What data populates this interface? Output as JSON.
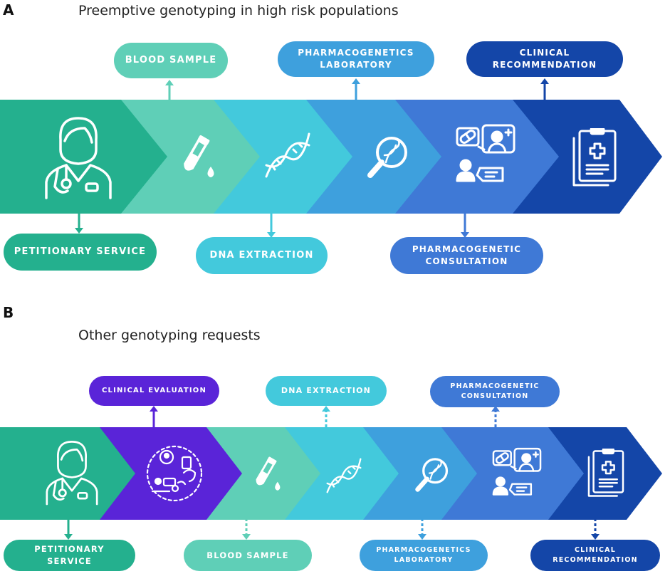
{
  "panel_a": {
    "letter": "A",
    "title": "Preemptive genotyping in high risk populations",
    "labels": {
      "petitionary_service": "PETITIONARY SERVICE",
      "blood_sample": "BLOOD SAMPLE",
      "dna_extraction": "DNA EXTRACTION",
      "pharmacogenetics_laboratory_line1": "PHARMACOGENETICS",
      "pharmacogenetics_laboratory_line2": "LABORATORY",
      "pharmacogenetic_consultation_line1": "PHARMACOGENETIC",
      "pharmacogenetic_consultation_line2": "CONSULTATION",
      "clinical_recommendation_line1": "CLINICAL",
      "clinical_recommendation_line2": "RECOMMENDATION"
    }
  },
  "panel_b": {
    "letter": "B",
    "title": "Other genotyping requests",
    "labels": {
      "petitionary_service": "PETITIONARY SERVICE",
      "clinical_evaluation": "CLINICAL EVALUATION",
      "blood_sample": "BLOOD SAMPLE",
      "dna_extraction": "DNA EXTRACTION",
      "pharmacogenetics_laboratory_line1": "PHARMACOGENETICS",
      "pharmacogenetics_laboratory_line2": "LABORATORY",
      "pharmacogenetic_consultation_line1": "PHARMACOGENETIC",
      "pharmacogenetic_consultation_line2": "CONSULTATION",
      "clinical_recommendation_line1": "CLINICAL",
      "clinical_recommendation_line2": "RECOMMENDATION"
    }
  },
  "icons": {
    "doctor": "doctor-icon",
    "evaluation": "clinical-evaluation-icon",
    "test_tube": "test-tube-icon",
    "dna": "dna-icon",
    "magnifier": "magnifier-dna-icon",
    "consultation": "consultation-icon",
    "document": "medical-document-icon"
  },
  "colors": {
    "petitionary": "#24b08e",
    "blood": "#5fcfb7",
    "dna": "#43c9dc",
    "lab": "#3ea0dd",
    "consultation": "#3f79d6",
    "recommendation": "#1446a8",
    "evaluation": "#5a24d8"
  }
}
